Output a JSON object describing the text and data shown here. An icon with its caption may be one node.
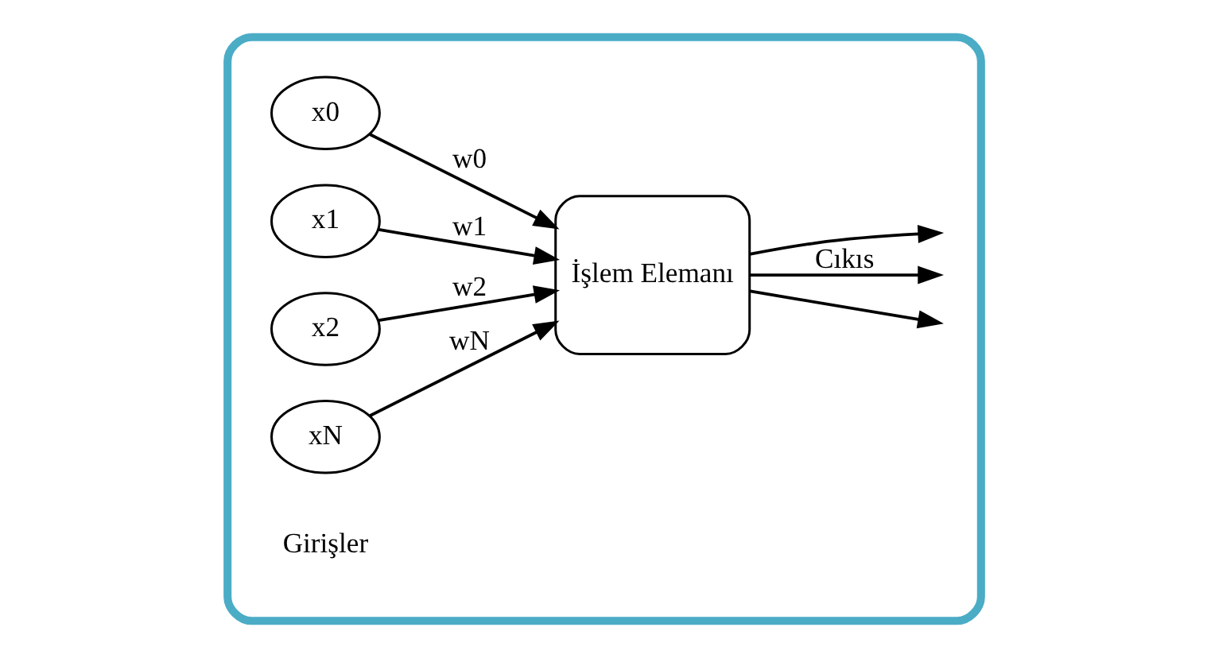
{
  "diagram": {
    "nodes": [
      {
        "text": [],
        "shape": "box"
      },
      {
        "text": [
          "x0"
        ],
        "in": 0
      },
      {
        "text": [
          "x1"
        ],
        "in": 0
      },
      {
        "text": [
          "x2"
        ],
        "in": 0
      },
      {
        "text": [
          "xN"
        ],
        "in": 0
      },
      {
        "text": [
          "İşlem Elemanı"
        ],
        "in": 0
      }
    ],
    "edges": [
      {
        "from": 1,
        "to": 5,
        "arrow": "to",
        "label": "w0"
      },
      {
        "from": 2,
        "to": 5,
        "arrow": "to",
        "label": "w1"
      },
      {
        "from": 3,
        "to": 5,
        "arrow": "to",
        "label": "w2"
      },
      {
        "from": 4,
        "to": 5,
        "arrow": "to",
        "label": "wN"
      },
      {
        "from": 5,
        "to": null,
        "arrow": "to"
      },
      {
        "from": 5,
        "to": null,
        "arrow": "to",
        "label": "Cıkıs"
      },
      {
        "from": 5,
        "to": null,
        "arrow": "to"
      }
    ],
    "labels": [
      "Girişler"
    ]
  }
}
